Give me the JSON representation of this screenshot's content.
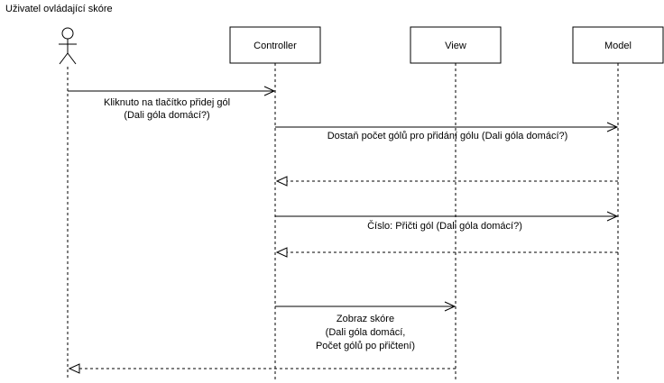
{
  "actor": {
    "label": "Uživatel ovládající skóre"
  },
  "lifelines": [
    {
      "id": "controller",
      "label": "Controller"
    },
    {
      "id": "view",
      "label": "View"
    },
    {
      "id": "model",
      "label": "Model"
    }
  ],
  "messages": [
    {
      "id": "msg1",
      "kind": "call",
      "from": "actor",
      "to": "controller",
      "lines": [
        "Kliknuto na tlačítko přidej gól",
        "(Dali góla domácí?)"
      ]
    },
    {
      "id": "msg2",
      "kind": "call",
      "from": "controller",
      "to": "model",
      "lines": [
        "Dostaň počet gólů pro přidání gólu (Dali góla domácí?)"
      ]
    },
    {
      "id": "msg3",
      "kind": "return",
      "from": "model",
      "to": "controller",
      "lines": []
    },
    {
      "id": "msg4",
      "kind": "call",
      "from": "controller",
      "to": "model",
      "lines": [
        "Číslo: Přičti gól (Dali góla domácí?)"
      ]
    },
    {
      "id": "msg5",
      "kind": "return",
      "from": "model",
      "to": "controller",
      "lines": []
    },
    {
      "id": "msg6",
      "kind": "call",
      "from": "controller",
      "to": "view",
      "lines": [
        "Zobraz skóre",
        "(Dali góla domácí,",
        "Počet gólů po přičtení)"
      ]
    },
    {
      "id": "msg7",
      "kind": "return",
      "from": "view",
      "to": "actor",
      "lines": []
    }
  ]
}
